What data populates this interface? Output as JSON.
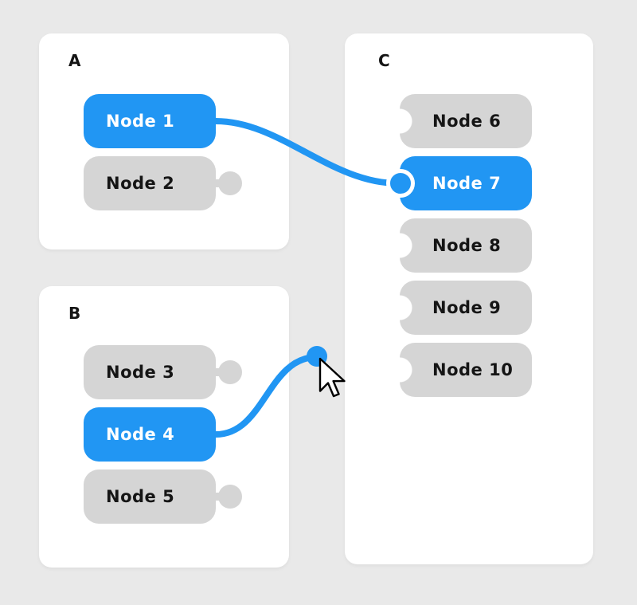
{
  "colors": {
    "bg": "#e9e9e9",
    "panel": "#ffffff",
    "blue": "#2196f3",
    "gray": "#d5d5d5",
    "ink": "#151515"
  },
  "panels": [
    {
      "label": "A",
      "nodes": [
        {
          "label": "Node 1",
          "selected": true,
          "connector": "output"
        },
        {
          "label": "Node 2",
          "selected": false,
          "connector": "output"
        }
      ]
    },
    {
      "label": "B",
      "nodes": [
        {
          "label": "Node 3",
          "selected": false,
          "connector": "output"
        },
        {
          "label": "Node 4",
          "selected": true,
          "connector": "output"
        },
        {
          "label": "Node 5",
          "selected": false,
          "connector": "output"
        }
      ]
    },
    {
      "label": "C",
      "nodes": [
        {
          "label": "Node 6",
          "selected": false,
          "connector": "input"
        },
        {
          "label": "Node 7",
          "selected": true,
          "connector": "input"
        },
        {
          "label": "Node 8",
          "selected": false,
          "connector": "input"
        },
        {
          "label": "Node 9",
          "selected": false,
          "connector": "input"
        },
        {
          "label": "Node 10",
          "selected": false,
          "connector": "input"
        }
      ]
    }
  ],
  "connections": [
    {
      "from": "Node 1",
      "to": "Node 7",
      "state": "connected"
    },
    {
      "from": "Node 4",
      "to": "pointer",
      "state": "dragging"
    }
  ],
  "cursor": {
    "icon": "arrow-cursor"
  }
}
